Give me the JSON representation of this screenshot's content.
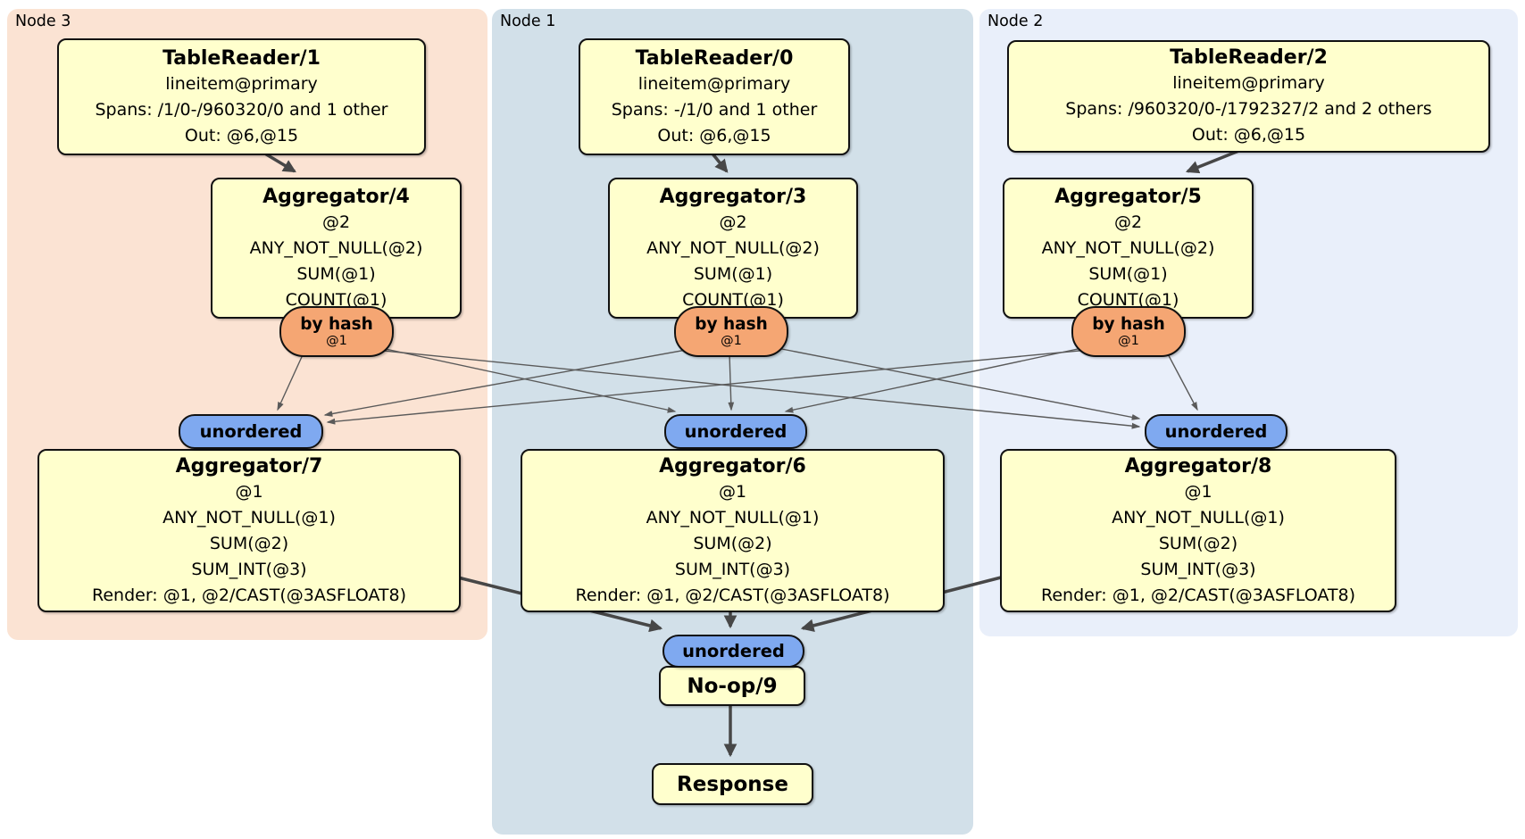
{
  "diagram": {
    "kind": "distributed-sql-plan",
    "colors": {
      "node3_region": "#fbe3d3",
      "node1_region": "#d2e0e9",
      "node2_region": "#e9effa",
      "processor_box": "#ffffcd",
      "by_hash_oval": "#f5a673",
      "unordered_oval": "#7fa9f0",
      "edge": "#474747"
    },
    "regions": [
      {
        "label": "Node 3"
      },
      {
        "label": "Node 1"
      },
      {
        "label": "Node 2"
      }
    ],
    "processors": {
      "tablereader1": {
        "title": "TableReader/1",
        "lines": [
          "lineitem@primary",
          "Spans: /1/0-/960320/0 and 1 other",
          "Out: @6,@15"
        ]
      },
      "tablereader0": {
        "title": "TableReader/0",
        "lines": [
          "lineitem@primary",
          "Spans: -/1/0 and 1 other",
          "Out: @6,@15"
        ]
      },
      "tablereader2": {
        "title": "TableReader/2",
        "lines": [
          "lineitem@primary",
          "Spans: /960320/0-/1792327/2 and 2 others",
          "Out: @6,@15"
        ]
      },
      "aggregator4": {
        "title": "Aggregator/4",
        "lines": [
          "@2",
          "ANY_NOT_NULL(@2)",
          "SUM(@1)",
          "COUNT(@1)"
        ]
      },
      "aggregator3": {
        "title": "Aggregator/3",
        "lines": [
          "@2",
          "ANY_NOT_NULL(@2)",
          "SUM(@1)",
          "COUNT(@1)"
        ]
      },
      "aggregator5": {
        "title": "Aggregator/5",
        "lines": [
          "@2",
          "ANY_NOT_NULL(@2)",
          "SUM(@1)",
          "COUNT(@1)"
        ]
      },
      "aggregator7": {
        "title": "Aggregator/7",
        "lines": [
          "@1",
          "ANY_NOT_NULL(@1)",
          "SUM(@2)",
          "SUM_INT(@3)",
          "Render: @1, @2/CAST(@3ASFLOAT8)"
        ]
      },
      "aggregator6": {
        "title": "Aggregator/6",
        "lines": [
          "@1",
          "ANY_NOT_NULL(@1)",
          "SUM(@2)",
          "SUM_INT(@3)",
          "Render: @1, @2/CAST(@3ASFLOAT8)"
        ]
      },
      "aggregator8": {
        "title": "Aggregator/8",
        "lines": [
          "@1",
          "ANY_NOT_NULL(@1)",
          "SUM(@2)",
          "SUM_INT(@3)",
          "Render: @1, @2/CAST(@3ASFLOAT8)"
        ]
      },
      "noop9": {
        "title": "No-op/9"
      },
      "response": {
        "title": "Response"
      }
    },
    "router": {
      "label": "by hash",
      "detail": "@1"
    },
    "stream": {
      "unordered_label": "unordered"
    },
    "edges": [
      {
        "from": "TableReader/1",
        "to": "Aggregator/4",
        "type": "flow"
      },
      {
        "from": "TableReader/0",
        "to": "Aggregator/3",
        "type": "flow"
      },
      {
        "from": "TableReader/2",
        "to": "Aggregator/5",
        "type": "flow"
      },
      {
        "from": "Aggregator/4",
        "router": "by hash @1",
        "to": "Aggregator/7 (unordered)",
        "type": "hash-route"
      },
      {
        "from": "Aggregator/4",
        "router": "by hash @1",
        "to": "Aggregator/6 (unordered)",
        "type": "hash-route"
      },
      {
        "from": "Aggregator/4",
        "router": "by hash @1",
        "to": "Aggregator/8 (unordered)",
        "type": "hash-route"
      },
      {
        "from": "Aggregator/3",
        "router": "by hash @1",
        "to": "Aggregator/7 (unordered)",
        "type": "hash-route"
      },
      {
        "from": "Aggregator/3",
        "router": "by hash @1",
        "to": "Aggregator/6 (unordered)",
        "type": "hash-route"
      },
      {
        "from": "Aggregator/3",
        "router": "by hash @1",
        "to": "Aggregator/8 (unordered)",
        "type": "hash-route"
      },
      {
        "from": "Aggregator/5",
        "router": "by hash @1",
        "to": "Aggregator/7 (unordered)",
        "type": "hash-route"
      },
      {
        "from": "Aggregator/5",
        "router": "by hash @1",
        "to": "Aggregator/6 (unordered)",
        "type": "hash-route"
      },
      {
        "from": "Aggregator/5",
        "router": "by hash @1",
        "to": "Aggregator/8 (unordered)",
        "type": "hash-route"
      },
      {
        "from": "Aggregator/7",
        "to": "No-op/9 (unordered)",
        "type": "flow"
      },
      {
        "from": "Aggregator/6",
        "to": "No-op/9 (unordered)",
        "type": "flow"
      },
      {
        "from": "Aggregator/8",
        "to": "No-op/9 (unordered)",
        "type": "flow"
      },
      {
        "from": "No-op/9",
        "to": "Response",
        "type": "flow"
      }
    ]
  }
}
